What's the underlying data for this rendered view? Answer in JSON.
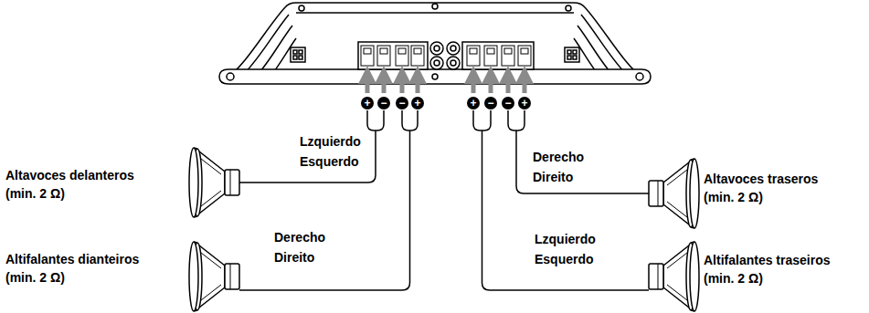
{
  "diagram": {
    "labels": [
      "+",
      "−",
      "−",
      "+",
      "+",
      "−",
      "−",
      "+",
      "Lzquierdo",
      "Esquerdo",
      "Derecho",
      "Direito",
      "Altavoces delanteros (min. 2 Ω)",
      "Altifalantes dianteiros (min. 2 Ω)",
      "Derecho",
      "Direito",
      "Lzquierdo",
      "Esquerdo",
      "Altavoces traseros (min. 2 Ω)",
      "Altifalantes traseiros (min. 2 Ω)"
    ]
  }
}
